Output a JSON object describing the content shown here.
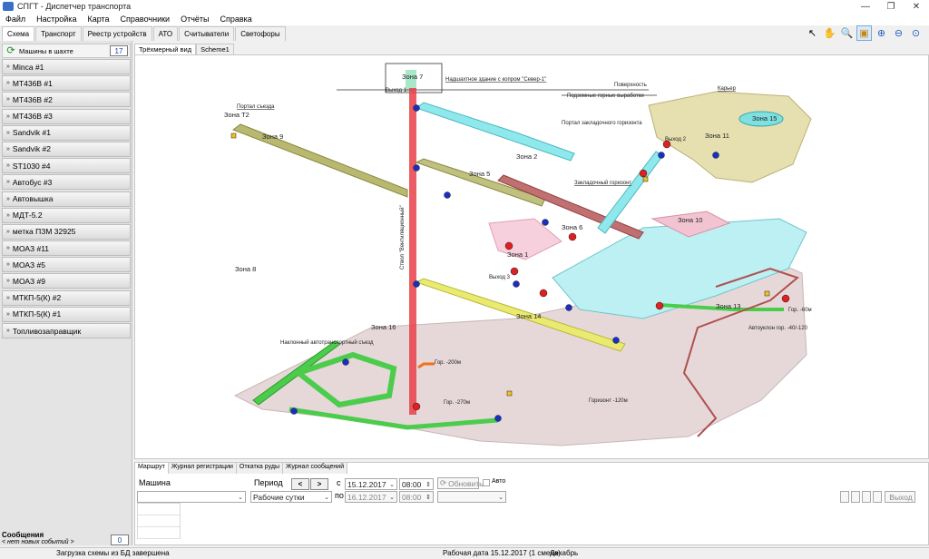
{
  "window": {
    "title": "СПГТ - Диспетчер транспорта"
  },
  "menu": [
    "Файл",
    "Настройка",
    "Карта",
    "Справочники",
    "Отчёты",
    "Справка"
  ],
  "main_tabs": [
    "Схема",
    "Транспорт",
    "Реестр устройств",
    "АТО",
    "Считыватели",
    "Светофоры"
  ],
  "toolbar_icons": [
    "pointer-icon",
    "hand-icon",
    "zoom-icon",
    "zoom-area-icon",
    "zoom-in-icon",
    "zoom-out-icon",
    "zoom-fit-icon"
  ],
  "machines": {
    "header": "Машины в шахте",
    "count": "17",
    "items": [
      "Minca #1",
      "МТ436В #1",
      "МТ436В #2",
      "МТ436В #3",
      "Sandvik #1",
      "Sandvik #2",
      "ST1030 #4",
      "Автобус #3",
      "Автовышка",
      "МДТ-5.2",
      "метка ПЗМ 32925",
      "МОАЗ #11",
      "МОАЗ #5",
      "МОАЗ #9",
      "МТКП-5(К) #2",
      "МТКП-5(К) #1",
      "Топливозаправщик"
    ]
  },
  "messages": {
    "title": "Сообщения",
    "subtitle": "< нет новых событий >",
    "count": "0"
  },
  "view_tabs": [
    "Трёхмерный вид",
    "Scheme1"
  ],
  "map": {
    "zones": [
      "Зона 7",
      "Зона Т2",
      "Зона 9",
      "Зона 5",
      "Зона 2",
      "Зона 15",
      "Зона 11",
      "Зона 10",
      "Зона 6",
      "Зона 13",
      "Зона 8",
      "Зона 16",
      "Зона 14",
      "Зона 1"
    ],
    "labels": {
      "building": "Надшахтное здание с копром \"Север-1\"",
      "surface": "Поверхность",
      "underground": "Подземные горные выработки",
      "portal_entry": "Портал съезда",
      "quarry": "Карьер",
      "portal_backfill": "Портал закладочного горизонта",
      "backfill_horizon": "Закладочный горизонт",
      "shaft": "Ствол \"Вентиляционный\"",
      "incline": "Наклонный автотранспортный съезд",
      "gor200": "Гор. -200м",
      "gor270": "Гор. -270м",
      "gor60": "Гор. -60м",
      "autoramp": "Автоуклон гор. -40/-120",
      "horizon120": "Горизонт -120м",
      "exit1": "Выход 1",
      "exit2": "Выход 2",
      "exit3": "Выход 3"
    },
    "colors": {
      "shaft": "#e8404a",
      "cyan": "#6fe0e8",
      "green": "#3cc23c",
      "olive": "#9a9a48",
      "brown": "#b05050",
      "yellow": "#e8e860",
      "pink": "#f2b8c8",
      "ground": "#e6d8d8"
    }
  },
  "bottom": {
    "tabs": [
      "Маршрут",
      "Журнал регистрации",
      "Откатка руды",
      "Журнал сообщений"
    ],
    "machine_label": "Машина",
    "period_label": "Период",
    "period_value": "Рабочие сутки",
    "from_label": "с",
    "to_label": "по",
    "from_date": "15.12.2017",
    "from_time": "08:00",
    "to_date": "16.12.2017",
    "to_time": "08:00",
    "refresh": "Обновить",
    "auto": "Авто",
    "exit": "Выход"
  },
  "status": {
    "left": "Загрузка схемы из БД завершена",
    "middle": "Рабочая дата 15.12.2017 (1 смена)",
    "month": "Декабрь"
  }
}
